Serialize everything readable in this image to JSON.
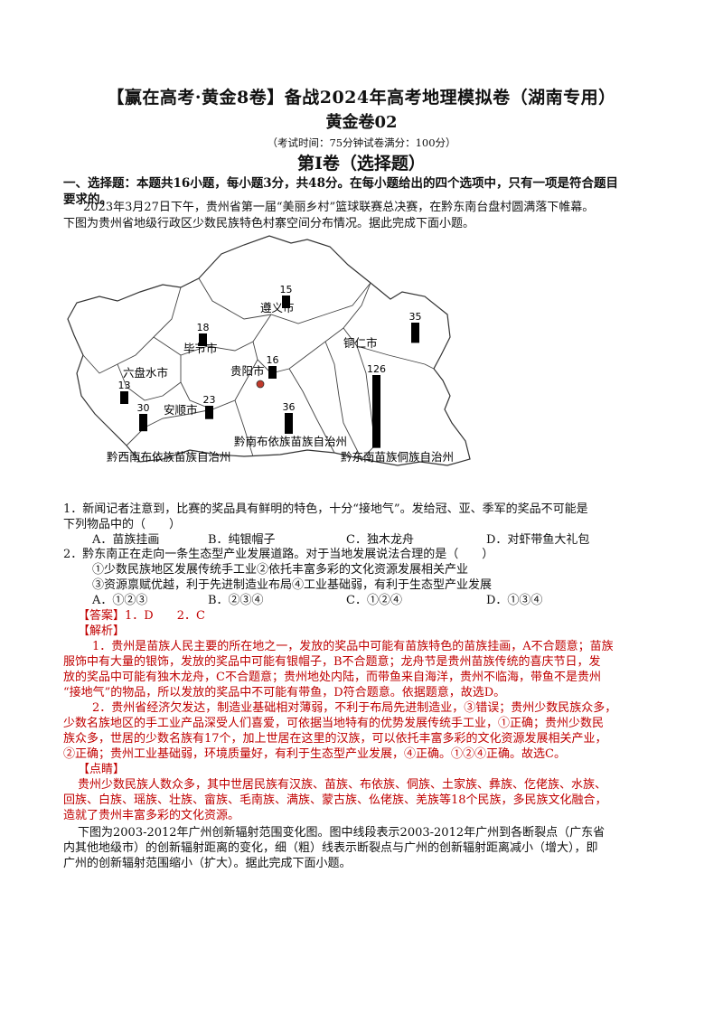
{
  "header": {
    "title": "【赢在高考·黄金8卷】备战2024年高考地理模拟卷（湖南专用）",
    "subtitle": "黄金卷02",
    "exam_info": "（考试时间：75分钟试卷满分：100分）",
    "volume_title": "第I卷（选择题）"
  },
  "section1": {
    "heading_line1": "一、选择题：本题共16小题，每小题3分，共48分。在每小题给出的四个选项中，只有一项是符合题目",
    "heading_line2": "要求的。"
  },
  "passage1": {
    "line1": "2023年3月27日下午，贵州省第一届“美丽乡村”篮球联赛总决赛，在黔东南台盘村圆满落下帷幕。",
    "line2": "下图为贵州省地级行政区少数民族特色村寨空间分布情况。据此完成下面小题。"
  },
  "map": {
    "regions": [
      {
        "name": "遵义市",
        "value": 15
      },
      {
        "name": "毕节市",
        "value": 18
      },
      {
        "name": "铜仁市",
        "value": 35
      },
      {
        "name": "六盘水市",
        "value": 13
      },
      {
        "name": "贵阳市",
        "value": 16
      },
      {
        "name": "黔东南苗族侗族自治州",
        "value": 126
      },
      {
        "name": "安顺市",
        "value": 23
      },
      {
        "name": "黔西南布依族苗族自治州",
        "value": 30
      },
      {
        "name": "黔南布依族苗族自治州",
        "value": 36
      }
    ]
  },
  "q1": {
    "stem_line1": "1．新闻记者注意到，比赛的奖品具有鲜明的特色，十分“接地气”。发给冠、亚、季军的奖品不可能是",
    "stem_line2": "下列物品中的（　　）",
    "options": [
      "A．苗族挂画",
      "B．纯银帽子",
      "C．独木龙舟",
      "D．对虾带鱼大礼包"
    ]
  },
  "q2": {
    "stem": "2．黔东南正在走向一条生态型产业发展道路。对于当地发展说法合理的是（　　）",
    "item_line1": "①少数民族地区发展传统手工业②依托丰富多彩的文化资源发展相关产业",
    "item_line2": "③资源禀赋优越，利于先进制造业布局④工业基础弱，有利于生态型产业发展",
    "options": [
      "A．①②③",
      "B．②③④",
      "C．①②④",
      "D．①③④"
    ]
  },
  "answer": {
    "label": "【答案】",
    "text": "1．D　　2．C"
  },
  "analysis": {
    "label": "【解析】",
    "p1_line1": "1．贵州是苗族人民主要的所在地之一，发放的奖品中可能有苗族特色的苗族挂画，A不合题意；苗族",
    "p1_line2": "服饰中有大量的银饰，发放的奖品中可能有银帽子，B不合题意；龙舟节是贵州苗族传统的喜庆节日，发",
    "p1_line3": "放的奖品中可能有独木龙舟，C不合题意；贵州地处内陆，而带鱼来自海洋，贵州不临海，带鱼不是贵州",
    "p1_line4": "“接地气”的物品，所以发放的奖品中不可能有带鱼，D符合题意。依据题意，故选D。",
    "p2_line1": "2．贵州省经济欠发达，制造业基础相对薄弱，不利于布局先进制造业，③错误；贵州少数民族众多，",
    "p2_line2": "少数名族地区的手工业产品深受人们喜爱，可依据当地特有的优势发展传统手工业，①正确；贵州少数民",
    "p2_line3": "族众多，世居的少数名族有17个，加上世居在这里的汉族，可以依托丰富多彩的文化资源发展相关产业，",
    "p2_line4": "②正确；贵州工业基础弱，环境质量好，有利于生态型产业发展，④正确。①②④正确。故选C。"
  },
  "tips": {
    "label": "【点睛】",
    "line1": "贵州少数民族人数众多，其中世居民族有汉族、苗族、布依族、侗族、土家族、彝族、仡佬族、水族、",
    "line2": "回族、白族、瑶族、壮族、畲族、毛南族、满族、蒙古族、仫佬族、羌族等18个民族，多民族文化融合，",
    "line3": "造就了贵州丰富多彩的文化资源。"
  },
  "passage2": {
    "line1": "下图为2003-2012年广州创新辐射范围变化图。图中线段表示2003-2012年广州到各断裂点（广东省",
    "line2": "内其他地级市）的创新辐射距离的变化，细（粗）线表示断裂点与广州的创新辐射距离减小（增大），即",
    "line3": "广州的创新辐射范围缩小（扩大）。据此完成下面小题。"
  }
}
